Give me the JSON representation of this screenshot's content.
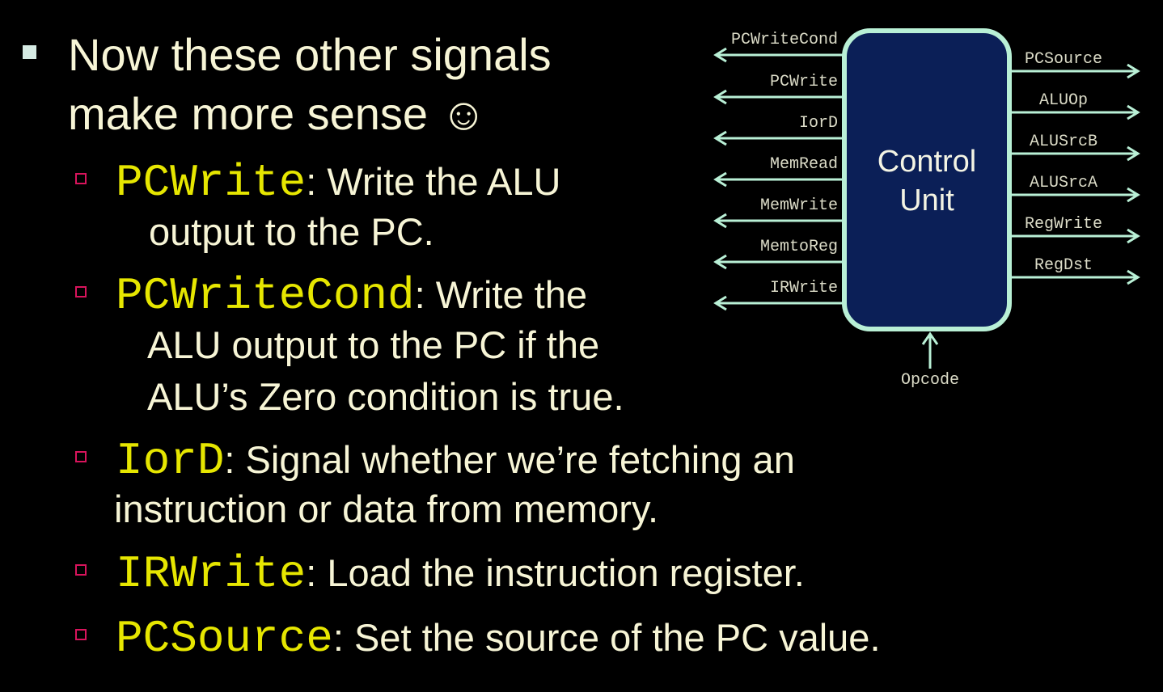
{
  "slide": {
    "title_lines": [
      "Now these other signals",
      "make more sense ☺"
    ],
    "bullets": [
      {
        "signal": "PCWrite",
        "lines": [
          ": Write the ALU",
          "output to the PC."
        ]
      },
      {
        "signal": "PCWriteCond",
        "lines": [
          ": Write the",
          "ALU output to the PC if the",
          "ALU’s Zero condition is true."
        ]
      },
      {
        "signal": "IorD",
        "lines": [
          ": Signal whether we’re fetching an",
          "instruction or data from memory."
        ]
      },
      {
        "signal": "IRWrite",
        "lines": [
          ": Load the instruction register."
        ]
      },
      {
        "signal": "PCSource",
        "lines": [
          ": Set the source of the PC value."
        ]
      }
    ]
  },
  "diagram": {
    "unit_label": [
      "Control",
      "Unit"
    ],
    "left_outputs": [
      "PCWriteCond",
      "PCWrite",
      "IorD",
      "MemRead",
      "MemWrite",
      "MemtoReg",
      "IRWrite"
    ],
    "right_outputs": [
      "PCSource",
      "ALUOp",
      "ALUSrcB",
      "ALUSrcA",
      "RegWrite",
      "RegDst"
    ],
    "input": "Opcode",
    "colors": {
      "box_fill": "#0b1f57",
      "line": "#b9f0d6",
      "code": "#e6e600",
      "text": "#f7f5d6",
      "sub_bullet": "#d8145c"
    }
  }
}
